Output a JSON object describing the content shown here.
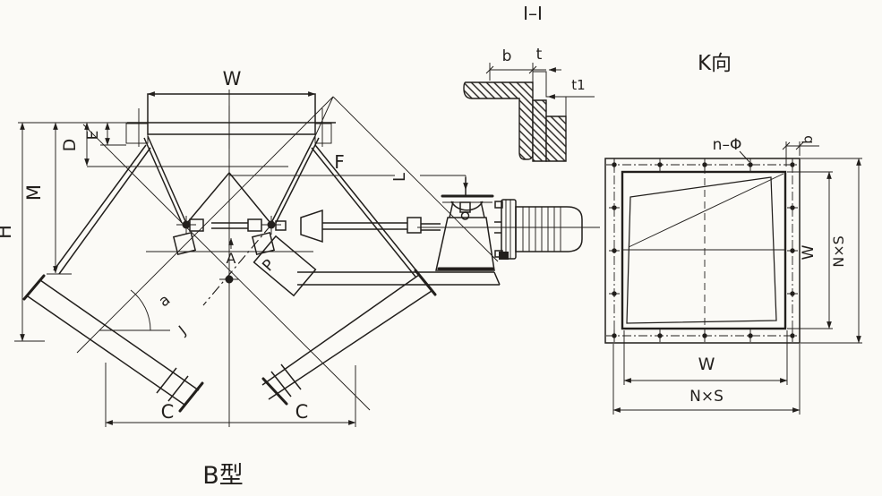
{
  "colors": {
    "ink": "#221f1c",
    "paper": "#fbfaf6"
  },
  "views": {
    "main": {
      "caption": "B型",
      "dim_labels": {
        "W": "W",
        "E": "E",
        "D": "D",
        "M": "M",
        "H": "H",
        "F": "F",
        "L": "L",
        "A": "A",
        "P": "P",
        "a": "a",
        "J": "J",
        "C_left": "C",
        "C_right": "C"
      }
    },
    "section": {
      "title": "I–I",
      "dim_labels": {
        "b": "b",
        "t": "t",
        "t1": "t1"
      }
    },
    "k": {
      "title": "K向",
      "dim_labels": {
        "n_phi": "n–Φ",
        "b": "b",
        "W_side": "W",
        "NxS_side": "N×S",
        "W_bottom": "W",
        "NxS_bottom": "N×S"
      }
    }
  }
}
